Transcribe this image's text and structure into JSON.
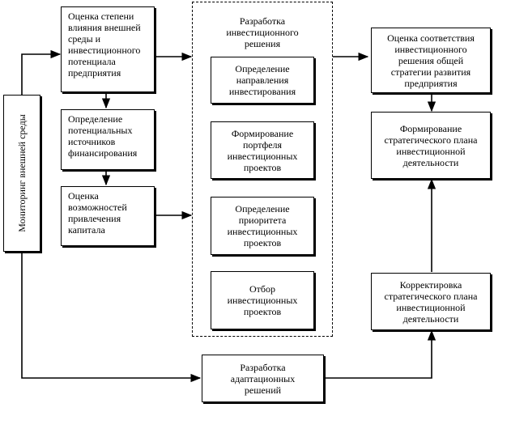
{
  "monitoring": "Мониторинг внешней среды",
  "assess_influence": "Оценка степени\nвлияния внешней\nсреды и\nинвестиционного\nпотенциала\nпредприятия",
  "funding_sources": "Определение\nпотенциальных\nисточников\nфинансирования",
  "capital_attraction": "Оценка\nвозможностей\nпривлечения\nкапитала",
  "investment_decision": {
    "title": "Разработка\nинвестиционного\nрешения",
    "direction": "Определение\nнаправления\nинвестирования",
    "portfolio": "Формирование\nпортфеля\nинвестиционных\nпроектов",
    "priority": "Определение\nприоритета\nинвестиционных\nпроектов",
    "selection": "Отбор\nинвестиционных\nпроектов"
  },
  "strategy_fit": "Оценка соответствия\nинвестиционного\nрешения общей\nстратегии развития\nпредприятия",
  "strategic_plan": "Формирование\nстратегического плана\nинвестиционной\nдеятельности",
  "plan_correction": "Корректировка\nстратегического плана\nинвестиционной\nдеятельности",
  "adaptation": "Разработка\nадаптационных\nрешений"
}
